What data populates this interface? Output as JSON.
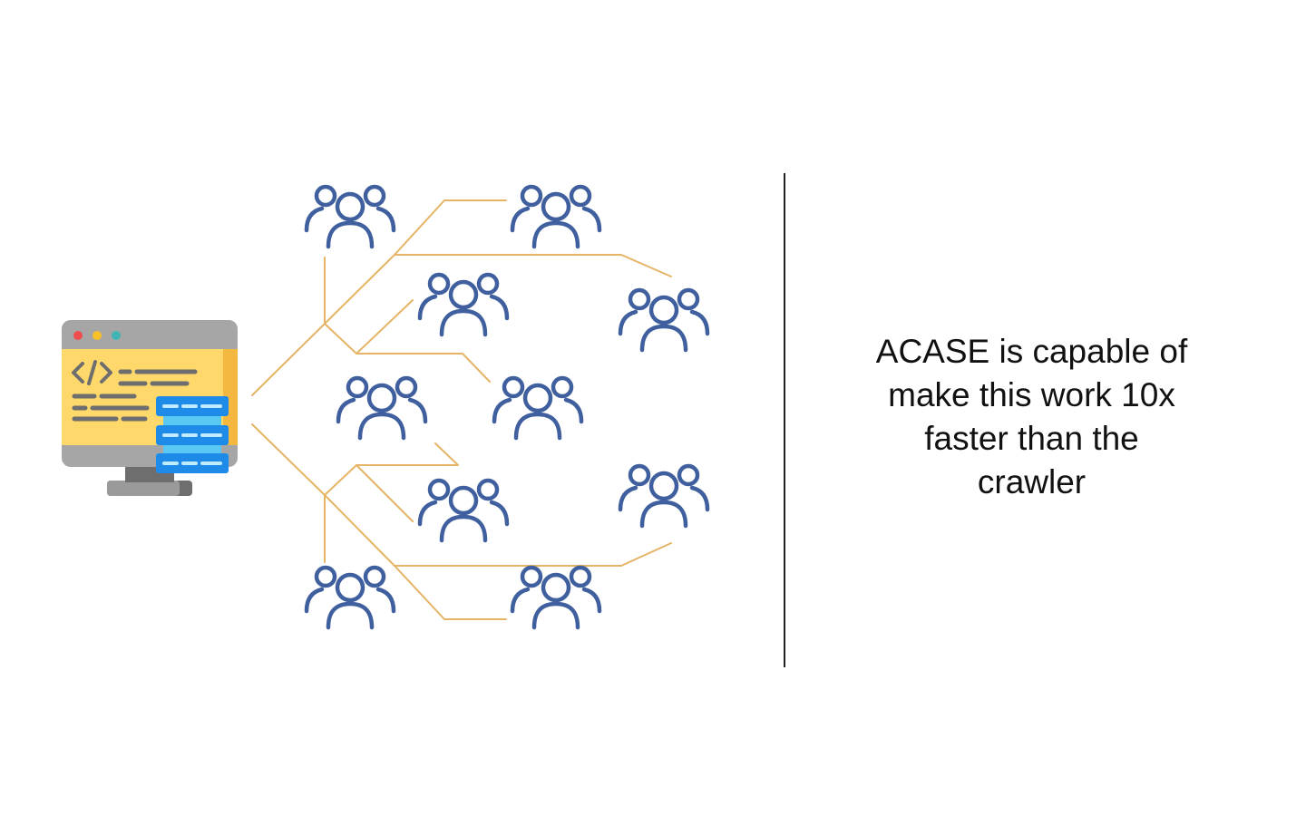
{
  "message": {
    "lines": [
      "ACASE is capable of",
      "make this work 10x",
      "faster than the",
      "crawler"
    ]
  },
  "colors": {
    "connector": "#E5B466",
    "people_icon": "#3F5F9E",
    "divider": "#222222",
    "text": "#111111",
    "screen_yellow": "#FFD86B",
    "screen_frame": "#9E9E9E",
    "server_blue": "#1E8BE8"
  },
  "icons": {
    "source": "computer-code-server-icon",
    "people": "people-group-icon"
  }
}
